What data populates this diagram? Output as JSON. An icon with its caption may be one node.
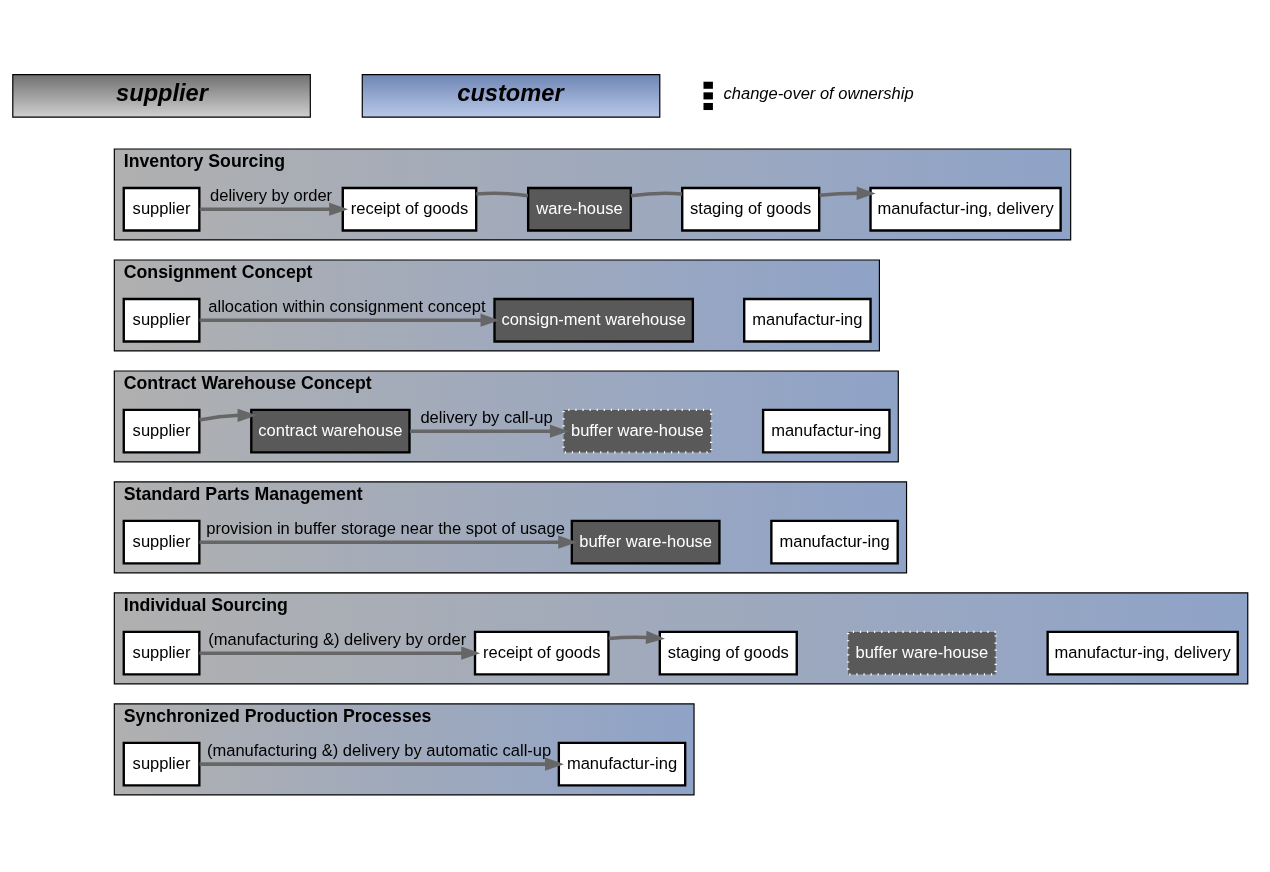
{
  "diagram": {
    "nodes": [
      {
        "text": [
          "supplier"
        ]
      },
      {
        "text": [
          "customer"
        ]
      },
      {
        "text": [
          "Inventory Sourcing"
        ]
      },
      {
        "text": [
          "supplier"
        ],
        "in": 2
      },
      {
        "text": [
          "receipt of goods"
        ],
        "in": 2
      },
      {
        "text": [
          "ware-house"
        ],
        "in": 2
      },
      {
        "text": [
          "staging of goods"
        ],
        "in": 2
      },
      {
        "text": [
          "manufactur-ing, delivery"
        ],
        "in": 2
      },
      {
        "text": [
          "Consignment Concept"
        ]
      },
      {
        "text": [
          "supplier"
        ],
        "in": 8
      },
      {
        "text": [
          "consign-ment warehouse"
        ],
        "in": 8
      },
      {
        "text": [
          "manufactur-ing"
        ],
        "in": 8
      },
      {
        "text": [
          "Contract Warehouse Concept"
        ]
      },
      {
        "text": [
          "supplier"
        ],
        "in": 12
      },
      {
        "text": [
          "contract warehouse"
        ],
        "in": 12
      },
      {
        "text": [
          "buffer ware-house"
        ],
        "in": 12
      },
      {
        "text": [
          "manufactur-ing"
        ],
        "in": 12
      },
      {
        "text": [
          "Standard Parts Management"
        ]
      },
      {
        "text": [
          "supplier"
        ],
        "in": 17
      },
      {
        "text": [
          "buffer ware-house"
        ],
        "in": 17
      },
      {
        "text": [
          "manufactur-ing"
        ],
        "in": 17
      },
      {
        "text": [
          "Individual Sourcing"
        ]
      },
      {
        "text": [
          "supplier"
        ],
        "in": 21
      },
      {
        "text": [
          "receipt of goods"
        ],
        "in": 21
      },
      {
        "text": [
          "staging of goods"
        ],
        "in": 21
      },
      {
        "text": [
          "buffer ware-house"
        ],
        "in": 21
      },
      {
        "text": [
          "manufactur-ing, delivery"
        ],
        "in": 21
      },
      {
        "text": [
          "Synchronized Production Processes"
        ]
      },
      {
        "text": [
          "supplier"
        ],
        "in": 27
      },
      {
        "text": [
          "manufactur-ing"
        ],
        "in": 27
      }
    ],
    "edges": [
      {
        "from": 3,
        "to": 4,
        "arrow": "to",
        "label": "delivery by order"
      },
      {
        "from": 4,
        "to": 5,
        "arrow": "none"
      },
      {
        "from": 5,
        "to": 6,
        "arrow": "none"
      },
      {
        "from": 6,
        "to": 7,
        "arrow": "to"
      },
      {
        "from": 9,
        "to": 10,
        "arrow": "to",
        "label": "allocation within consignment concept"
      },
      {
        "from": 13,
        "to": 14,
        "arrow": "to"
      },
      {
        "from": 14,
        "to": 15,
        "arrow": "to",
        "label": "delivery by call-up"
      },
      {
        "from": 18,
        "to": 19,
        "arrow": "to",
        "label": "provision in buffer storage near the spot of usage"
      },
      {
        "from": 22,
        "to": 23,
        "arrow": "to",
        "label": "(manufacturing &) delivery by order"
      },
      {
        "from": 23,
        "to": 24,
        "arrow": "to"
      },
      {
        "from": 28,
        "to": 29,
        "arrow": "to",
        "label": "(manufacturing &) delivery by automatic call-up"
      }
    ],
    "legend": [
      {
        "text": "change-over of ownership"
      }
    ]
  }
}
